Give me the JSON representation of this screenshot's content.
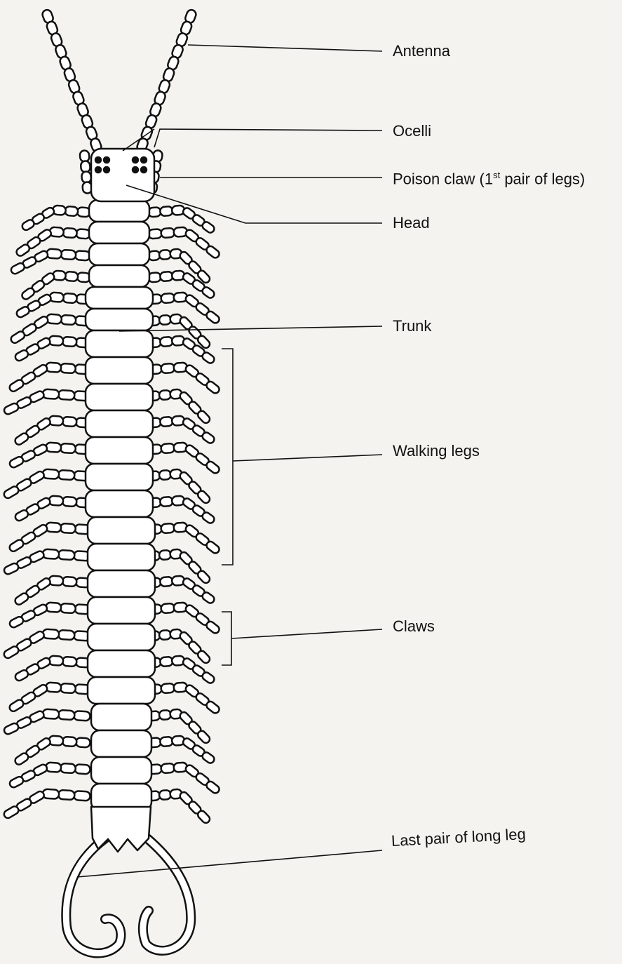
{
  "diagram": {
    "labels": {
      "antenna": "Antenna",
      "ocelli": "Ocelli",
      "poison_claw_prefix": "Poison claw (1",
      "poison_claw_sup": "st",
      "poison_claw_suffix": " pair of legs)",
      "head": "Head",
      "trunk": "Trunk",
      "walking_legs": "Walking legs",
      "claws": "Claws",
      "last_pair": "Last pair of long leg"
    }
  }
}
